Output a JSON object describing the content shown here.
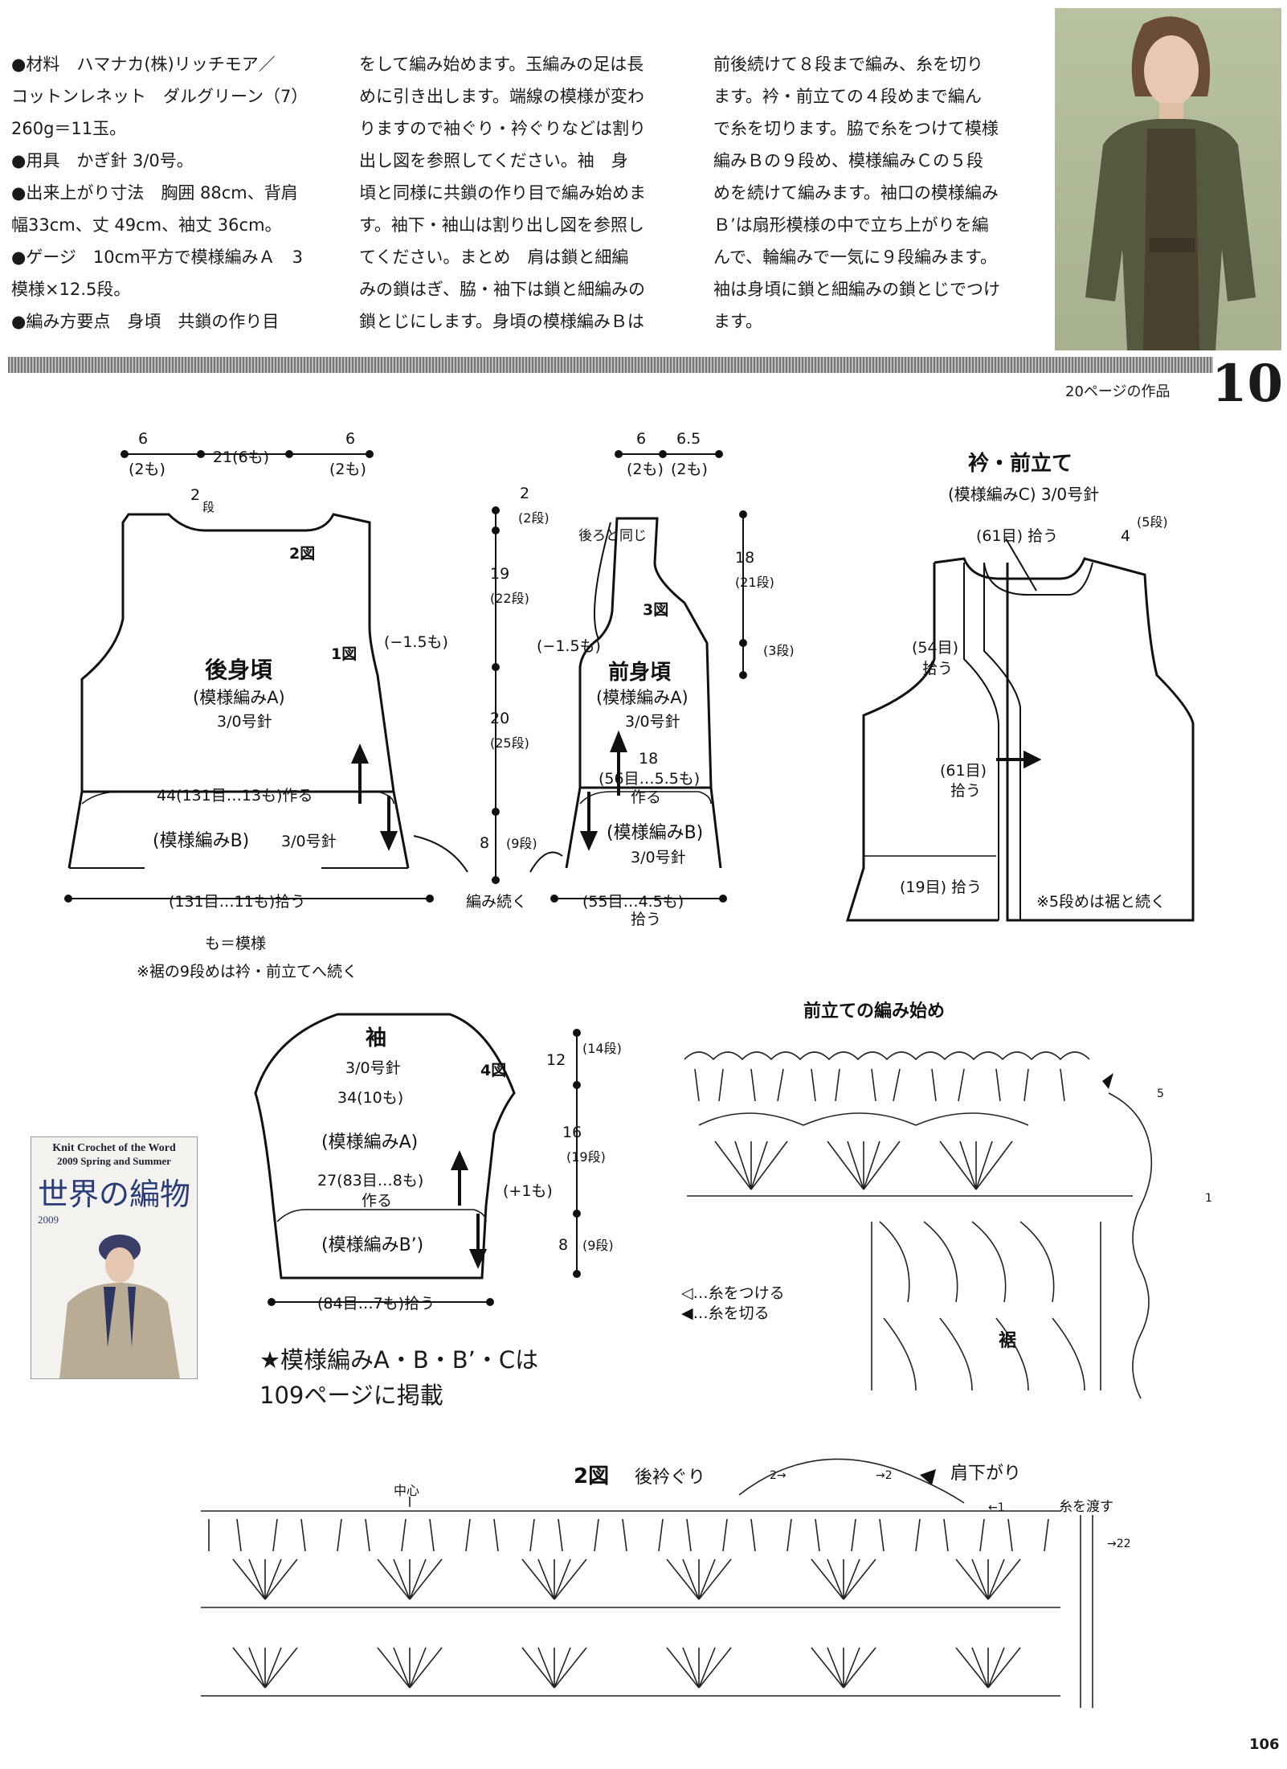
{
  "text": {
    "col1": [
      "●材料　ハマナカ(株)リッチモア／",
      "コットンレネット　ダルグリーン（7）",
      "260g＝11玉。",
      "●用具　かぎ針 3/0号。",
      "●出来上がり寸法　胸囲 88cm、背肩",
      "幅33cm、丈 49cm、袖丈 36cm。",
      "●ゲージ　10cm平方で模様編みＡ　3",
      "模様×12.5段。",
      "●編み方要点　身頃　共鎖の作り目"
    ],
    "col2": [
      "をして編み始めます。玉編みの足は長",
      "めに引き出します。端線の模様が変わ",
      "りますので袖ぐり・衿ぐりなどは割り",
      "出し図を参照してください。袖　身",
      "頃と同様に共鎖の作り目で編み始めま",
      "す。袖下・袖山は割り出し図を参照し",
      "てください。まとめ　肩は鎖と細編",
      "みの鎖はぎ、脇・袖下は鎖と細編みの",
      "鎖とじにします。身頃の模様編みＢは"
    ],
    "col3": [
      "前後続けて８段まで編み、糸を切り",
      "ます。衿・前立ての４段めまで編ん",
      "で糸を切ります。脇で糸をつけて模様",
      "編みＢの９段め、模様編みＣの５段",
      "めを続けて編みます。袖口の模様編み",
      "Ｂ’は扇形模様の中で立ち上がりを編",
      "んで、輪編みで一気に９段編みます。",
      "袖は身頃に鎖と細編みの鎖とじでつけ",
      "ます。"
    ]
  },
  "header": {
    "number": "10",
    "caption": "20ページの作品"
  },
  "back": {
    "title": "後身頃",
    "pattern": "(模様編みA)",
    "needle": "3/0号針",
    "d6a": "6",
    "d2a": "(2も)",
    "d21": "21(6も)",
    "d6b": "6",
    "d2b": "(2も)",
    "neck": "2",
    "neck_dan": "段",
    "fig2": "2図",
    "fig1": "1図",
    "arm": "(−1.5も)",
    "make": "44(131目…13も)作る",
    "bottom": "(模様編みB)",
    "bottom_needle": "3/0号針",
    "pick": "(131目…11も)拾う"
  },
  "front": {
    "title": "前身頃",
    "pattern": "(模様編みA)",
    "needle": "3/0号針",
    "top6": "6",
    "top65": "6.5",
    "top2a": "(2も)",
    "top2b": "(2も)",
    "same": "後ろと同じ",
    "fig3": "3図",
    "arm": "(−1.5も)",
    "d18": "18",
    "make": "(56目…5.5も)",
    "make2": "作る",
    "bottom": "(模様編みB)",
    "bottom_needle": "3/0号針",
    "pick": "(55目…4.5も)",
    "pick2": "拾う",
    "cont": "編み続く",
    "r18": "18",
    "r21": "(21段)",
    "r3": "(3段)"
  },
  "vdim": {
    "v2": "2",
    "v2d": "(2段)",
    "v19": "19",
    "v22": "(22段)",
    "v20": "20",
    "v25": "(25段)",
    "v8": "8",
    "v9": "(9段)"
  },
  "legend_mo": "も＝模様",
  "note_hem": "※裾の9段めは衿・前立てへ続く",
  "collar": {
    "title": "衿・前立て",
    "sub": "(模様編みC) 3/0号針",
    "p61": "(61目) 拾う",
    "p4": "4",
    "p5": "(5段)",
    "p54": "(54目)",
    "p54b": "拾う",
    "p61b": "(61目)",
    "p61c": "拾う",
    "p19": "(19目) 拾う",
    "note": "※5段めは裾と続く"
  },
  "sleeve": {
    "title": "袖",
    "needle": "3/0号針",
    "fig4": "4図",
    "w34": "34(10も)",
    "pattern": "(模様編みA)",
    "make": "27(83目…8も)",
    "make2": "作る",
    "plus": "(+1も)",
    "bottom": "(模様編みB’)",
    "pick": "(84目…7も)拾う",
    "v12": "12",
    "v14": "(14段)",
    "v16": "16",
    "v19": "(19段)",
    "v8": "8",
    "v9": "(9段)"
  },
  "chart_front": {
    "title": "前立ての編み始め",
    "legend1": "◁…糸をつける",
    "legend2": "◀…糸を切る",
    "hem": "裾",
    "r5": "5",
    "r1": "1"
  },
  "chart_back": {
    "title": "2図",
    "title2": "後衿ぐり",
    "shoulder": "肩下がり",
    "center": "中心",
    "carry": "糸を渡す",
    "r2a": "2→",
    "r2b": "→2",
    "r1": "←1",
    "r22": "→22"
  },
  "footnote": [
    "★模様編みA・B・B’・Cは",
    "109ページに掲載"
  ],
  "cover": {
    "line1": "Knit Crochet of the Word",
    "line2": "2009 Spring and Summer",
    "title": "世界の編物",
    "year": "2009"
  },
  "page_number": "106"
}
